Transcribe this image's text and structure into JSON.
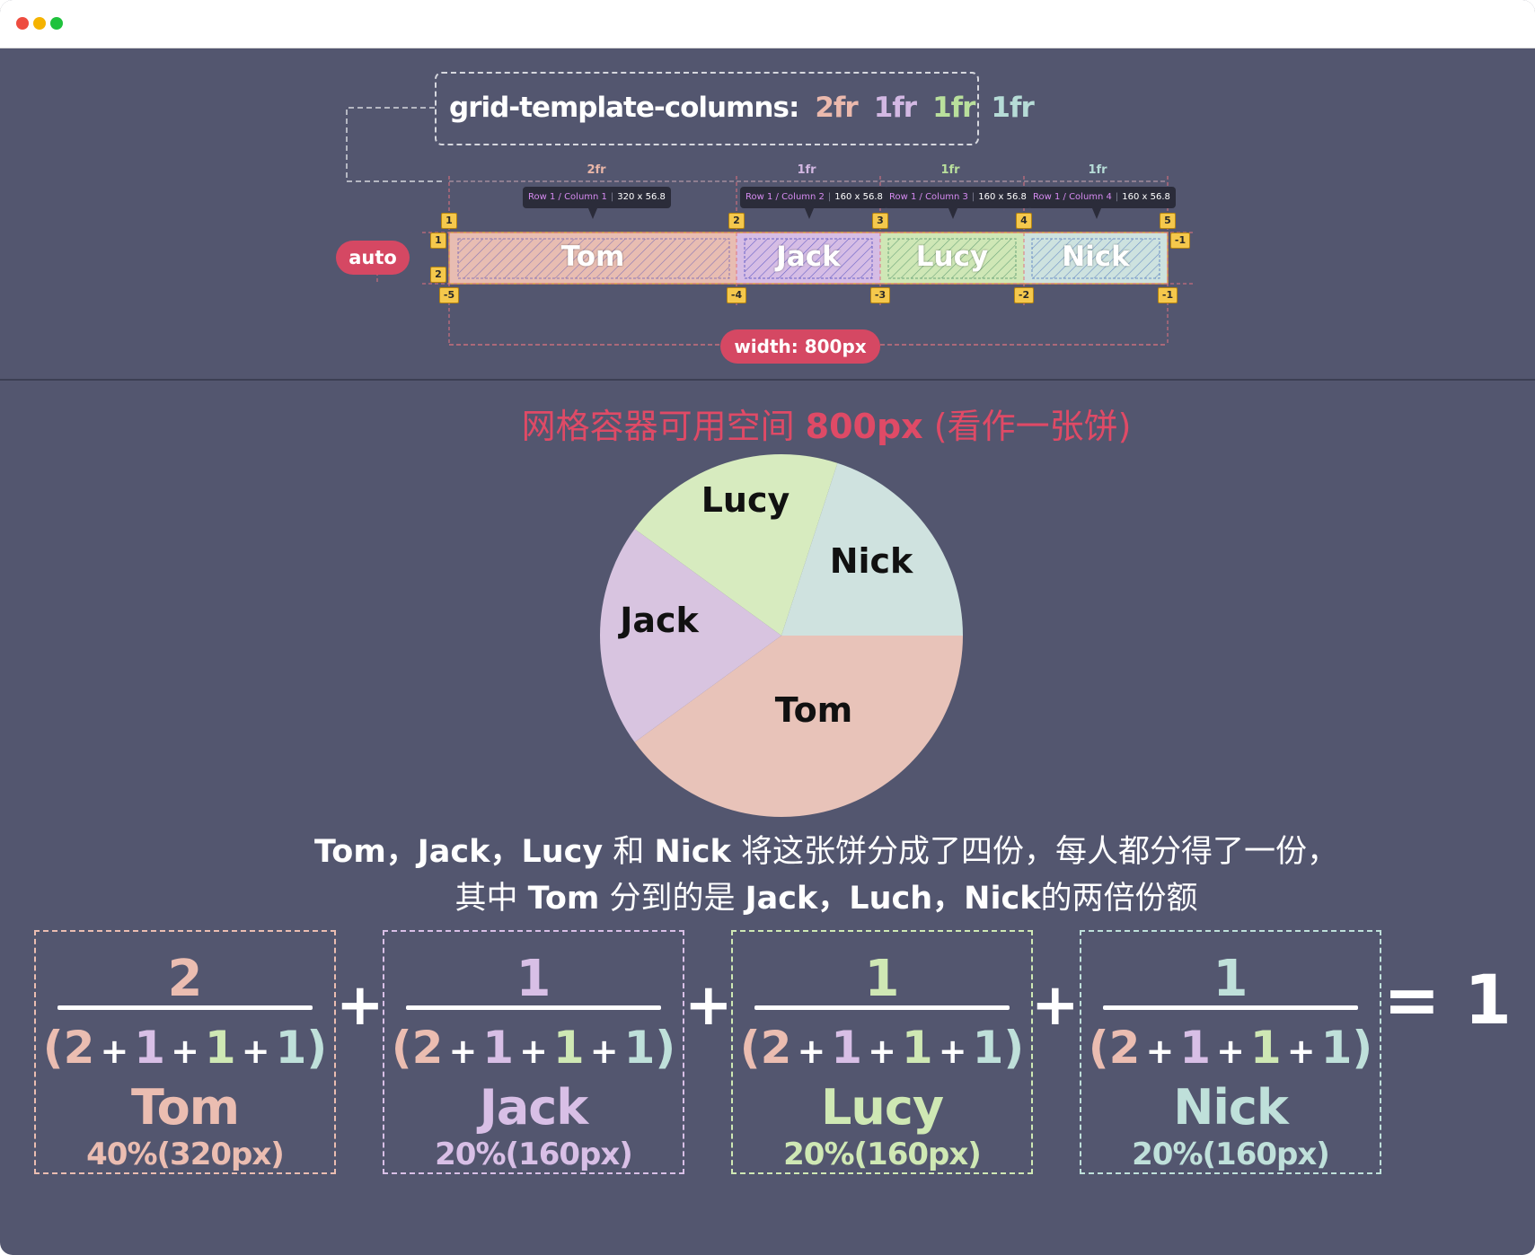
{
  "css_code": {
    "property": "grid-template-columns:",
    "values": [
      {
        "text": "2fr",
        "color": "#ebb9ad"
      },
      {
        "text": "1fr",
        "color": "#d3b8e3"
      },
      {
        "text": "1fr",
        "color": "#b9df9c"
      },
      {
        "text": "1fr",
        "color": "#b6dcd7"
      }
    ]
  },
  "grid": {
    "row_label": "auto",
    "width_label": "width: 800px",
    "track_sizes": [
      "2fr",
      "1fr",
      "1fr",
      "1fr"
    ],
    "cells": [
      {
        "name": "Tom",
        "area": "Row 1 / Column 1",
        "size": "320 x 56.8",
        "fill": "#e8bdb2",
        "stripe": "#8b77b4"
      },
      {
        "name": "Jack",
        "area": "Row 1 / Column 2",
        "size": "160 x 56.8",
        "fill": "#d6bde5",
        "stripe": "#6a63c7"
      },
      {
        "name": "Lucy",
        "area": "Row 1 / Column 3",
        "size": "160 x 56.8",
        "fill": "#cfe7b6",
        "stripe": "#6da57a"
      },
      {
        "name": "Nick",
        "area": "Row 1 / Column 4",
        "size": "160 x 56.8",
        "fill": "#cde2df",
        "stripe": "#6c8fc5"
      }
    ],
    "column_lines": [
      "1",
      "2",
      "3",
      "4",
      "5"
    ],
    "column_lines_negative": [
      "-5",
      "-4",
      "-3",
      "-2",
      "-1"
    ],
    "row_lines": [
      "1",
      "2"
    ],
    "row_line_negative": "-1"
  },
  "pie": {
    "title_prefix": "网格容器可用空间 ",
    "title_highlight": "800px",
    "title_suffix": " (看作一张饼)",
    "slices": [
      {
        "name": "Tom",
        "value": 40,
        "color": "#e8c3b9"
      },
      {
        "name": "Jack",
        "value": 20,
        "color": "#d8c4e0"
      },
      {
        "name": "Lucy",
        "value": 20,
        "color": "#d7ebbf"
      },
      {
        "name": "Nick",
        "value": 20,
        "color": "#cfe2df"
      }
    ]
  },
  "caption": {
    "line1_names": "Tom，Jack，Lucy",
    "line1_and": " 和 ",
    "line1_name_last": "Nick",
    "line1_rest": " 将这张饼分成了四份，每人都分得了一份，",
    "line2_prefix": "其中 ",
    "line2_tom": "Tom",
    "line2_mid": " 分到的是 ",
    "line2_names": "Jack，Luch，Nick",
    "line2_rest": "的两倍份额"
  },
  "fractions": [
    {
      "numerator": "2",
      "name": "Tom",
      "percent": "40%(320px)",
      "color": "#ebbdb1"
    },
    {
      "numerator": "1",
      "name": "Jack",
      "percent": "20%(160px)",
      "color": "#d8bfe6"
    },
    {
      "numerator": "1",
      "name": "Lucy",
      "percent": "20%(160px)",
      "color": "#cfe8b4"
    },
    {
      "numerator": "1",
      "name": "Nick",
      "percent": "20%(160px)",
      "color": "#bfe0da"
    }
  ],
  "denominator": {
    "open": "(",
    "close": ")",
    "terms": [
      "2",
      "1",
      "1",
      "1"
    ],
    "op": "+"
  },
  "plus_sign": "+",
  "equals": "= 1"
}
